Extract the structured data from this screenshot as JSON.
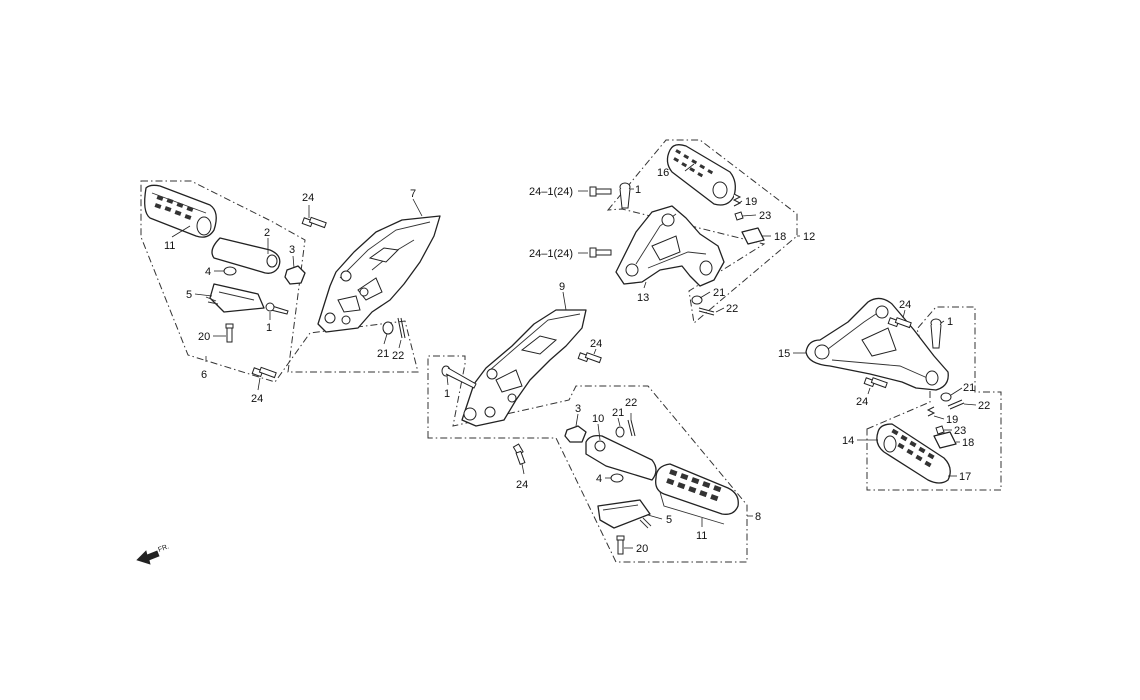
{
  "labels": {
    "l11a": "11",
    "l2a": "2",
    "l3a": "3",
    "l4a": "4",
    "l5a": "5",
    "l1a": "1",
    "l20a": "20",
    "l6": "6",
    "l24a": "24",
    "l24b": "24",
    "l7": "7",
    "l21a": "21",
    "l22a": "22",
    "l241a": "24–1(24)",
    "l1b": "1",
    "l16": "16",
    "l19a": "19",
    "l23a": "23",
    "l18a": "18",
    "l12": "12",
    "l241b": "24–1(24)",
    "l13": "13",
    "l21b": "21",
    "l22b": "22",
    "l9": "9",
    "l24c": "24",
    "l1c": "1",
    "l24d": "24",
    "l3b": "3",
    "l10": "10",
    "l21c": "21",
    "l22c": "22",
    "l4b": "4",
    "l5b": "5",
    "l20b": "20",
    "l11b": "11",
    "l8": "8",
    "l15": "15",
    "l24e": "24",
    "l1d": "1",
    "l24f": "24",
    "l21d": "21",
    "l22d": "22",
    "l14": "14",
    "l19b": "19",
    "l23b": "23",
    "l18b": "18",
    "l17": "17"
  },
  "direction_label": "FR."
}
